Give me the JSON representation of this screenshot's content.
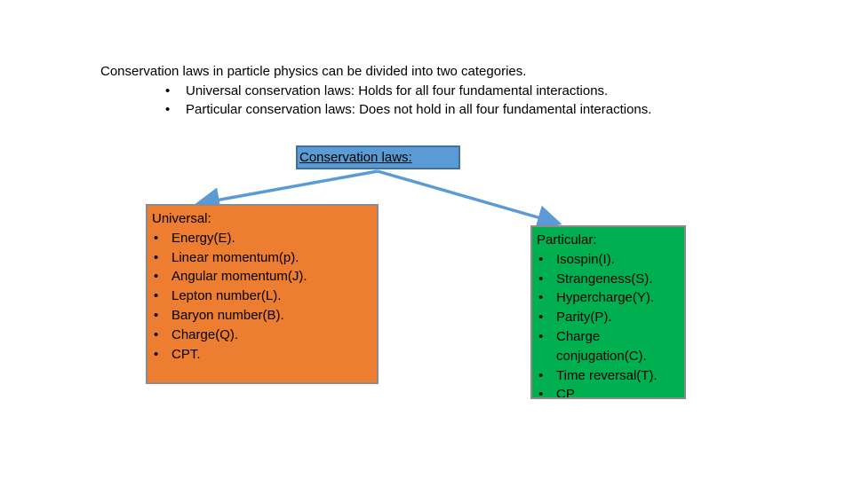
{
  "intro": {
    "lead": "Conservation laws in particle physics can be divided into two categories.",
    "bullets": [
      "Universal conservation laws: Holds for all four fundamental interactions.",
      "Particular conservation laws: Does not hold in all  four fundamental interactions."
    ]
  },
  "root": {
    "label": "Conservation laws:"
  },
  "universal": {
    "heading": "Universal:",
    "items": [
      "Energy(E).",
      "Linear momentum(p).",
      "Angular momentum(J).",
      "Lepton number(L).",
      "Baryon number(B).",
      "Charge(Q).",
      "CPT."
    ]
  },
  "particular": {
    "heading": "Particular:",
    "items": [
      "Isospin(I).",
      "Strangeness(S).",
      "Hypercharge(Y).",
      "Parity(P).",
      "Charge conjugation(C).",
      "Time reversal(T).",
      "CP"
    ]
  },
  "colors": {
    "root_fill": "#5b9bd5",
    "universal_fill": "#ed7d31",
    "particular_fill": "#00b050",
    "arrow": "#5b9bd5"
  },
  "bullet_glyph": "•"
}
